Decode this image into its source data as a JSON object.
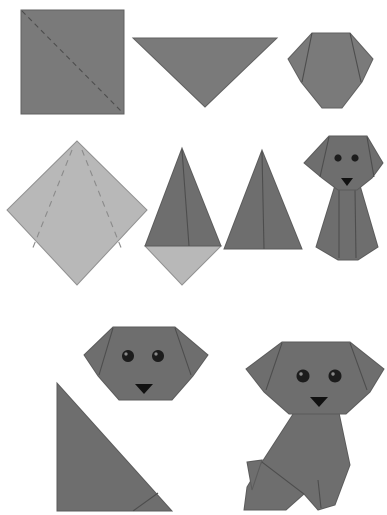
{
  "diagram": {
    "kind": "origami-dog-instructions",
    "colors": {
      "paper": "#6e6e6e",
      "paper_back": "#b8b8b8",
      "fold_line": "#4d4d4d",
      "features": "#111111"
    },
    "steps": [
      {
        "id": "square",
        "icon": "square-paper-with-diagonal"
      },
      {
        "id": "triangle",
        "icon": "folded-triangle"
      },
      {
        "id": "head",
        "icon": "dog-head-with-ears"
      },
      {
        "id": "diamond",
        "icon": "diamond-with-fold-guides"
      },
      {
        "id": "body-folding",
        "icon": "triangle-folded-over-back"
      },
      {
        "id": "body-folded",
        "icon": "narrow-triangle-body"
      },
      {
        "id": "small-dog",
        "icon": "assembled-small-dog"
      },
      {
        "id": "head-with-face",
        "icon": "dog-head-with-face"
      },
      {
        "id": "body-triangle",
        "icon": "right-triangle-body"
      },
      {
        "id": "final-dog",
        "icon": "final-sitting-dog"
      }
    ]
  }
}
